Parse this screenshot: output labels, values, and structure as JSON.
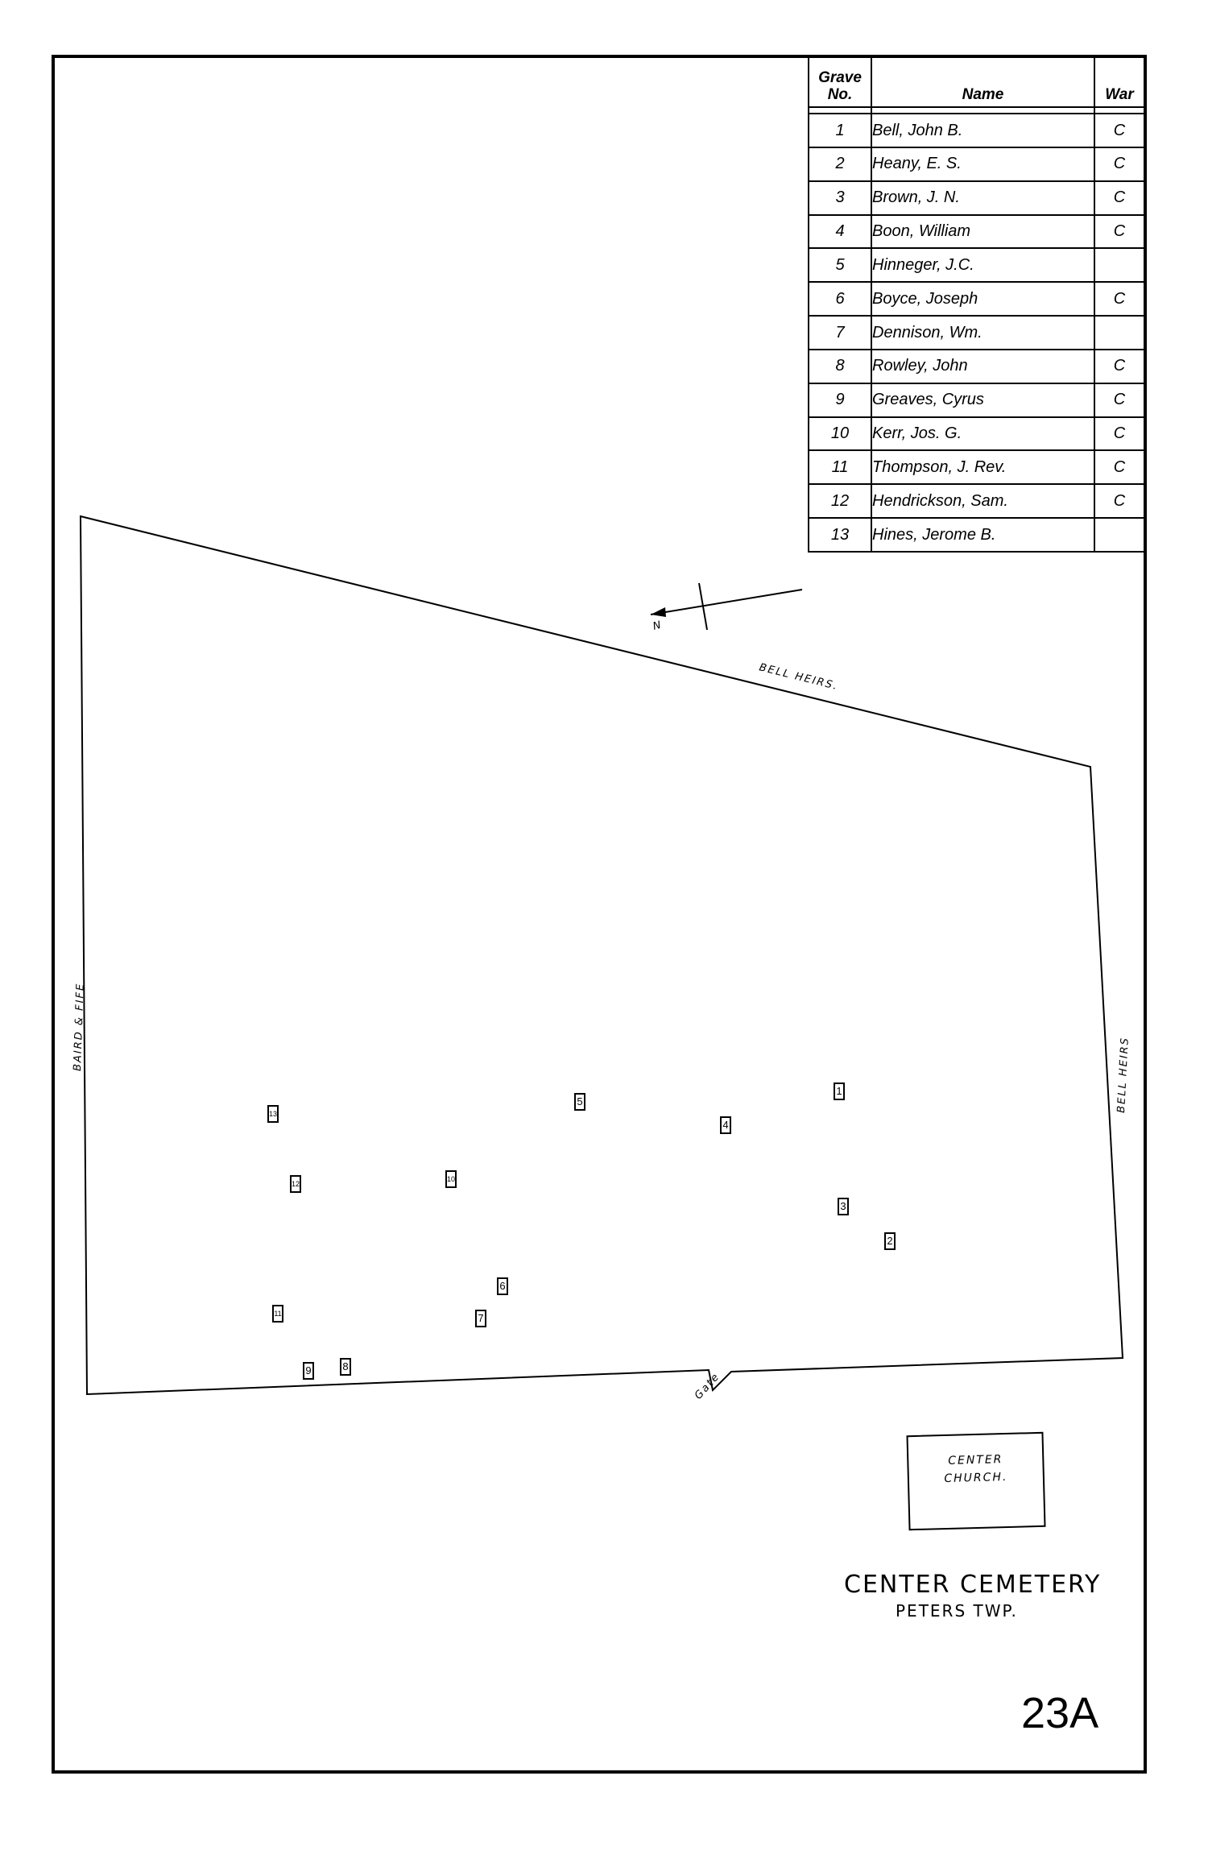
{
  "table": {
    "headers": {
      "grave_no": "Grave No.",
      "name": "Name",
      "war": "War"
    },
    "rows": [
      {
        "no": "1",
        "name": "Bell, John B.",
        "war": "C"
      },
      {
        "no": "2",
        "name": "Heany, E. S.",
        "war": "C"
      },
      {
        "no": "3",
        "name": "Brown, J. N.",
        "war": "C"
      },
      {
        "no": "4",
        "name": "Boon, William",
        "war": "C"
      },
      {
        "no": "5",
        "name": "Hinneger, J.C.",
        "war": ""
      },
      {
        "no": "6",
        "name": "Boyce, Joseph",
        "war": "C"
      },
      {
        "no": "7",
        "name": "Dennison, Wm.",
        "war": ""
      },
      {
        "no": "8",
        "name": "Rowley, John",
        "war": "C"
      },
      {
        "no": "9",
        "name": "Greaves, Cyrus",
        "war": "C"
      },
      {
        "no": "10",
        "name": "Kerr, Jos. G.",
        "war": "C"
      },
      {
        "no": "11",
        "name": "Thompson, J. Rev.",
        "war": "C"
      },
      {
        "no": "12",
        "name": "Hendrickson, Sam.",
        "war": "C"
      },
      {
        "no": "13",
        "name": "Hines, Jerome B.",
        "war": ""
      }
    ]
  },
  "map": {
    "north_label": "N",
    "boundary_labels": {
      "top": "BELL HEIRS.",
      "right": "BELL HEIRS",
      "left": "BAIRD & FIFE",
      "gate": "Gate"
    },
    "graves": [
      "1",
      "2",
      "3",
      "4",
      "5",
      "6",
      "7",
      "8",
      "9",
      "10",
      "11",
      "12",
      "13"
    ],
    "church": {
      "line1": "CENTER",
      "line2": "CHURCH."
    }
  },
  "title": "CENTER CEMETERY",
  "subtitle": "PETERS TWP.",
  "sheet_number": "23A"
}
